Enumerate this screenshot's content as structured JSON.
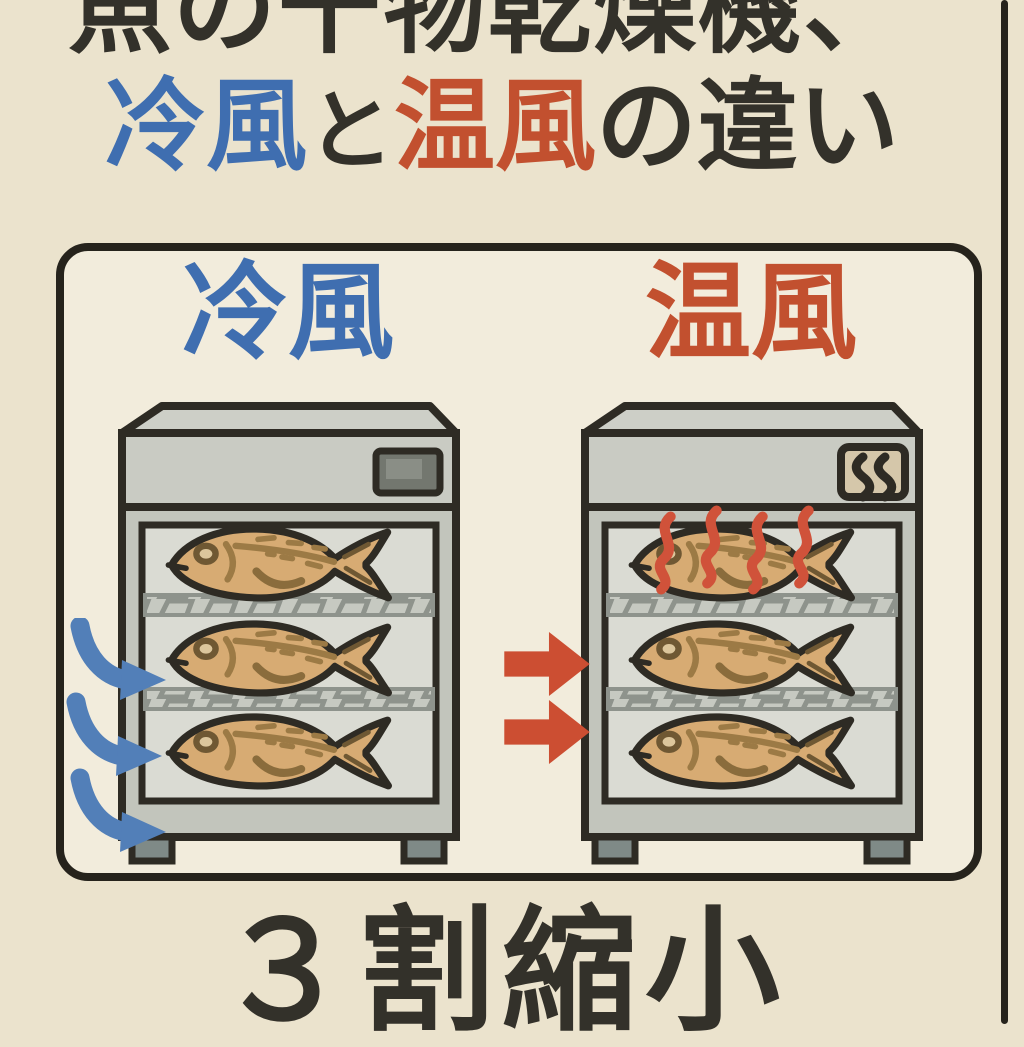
{
  "title": {
    "line1": "魚の干物乾燥機、",
    "line2": [
      {
        "text": "冷風",
        "color": "#3f6eb0"
      },
      {
        "text": "と",
        "color": "#33312a"
      },
      {
        "text": "温風",
        "color": "#c2502f"
      },
      {
        "text": "の違い",
        "color": "#33312a"
      }
    ]
  },
  "panel": {
    "left_section": {
      "label": "冷風",
      "label_color": "#3f6eb0",
      "machine": "fish-dryer-cabinet",
      "fish_count": 3,
      "shelf_count": 2,
      "wind_arrow_count": 3,
      "wind_arrow_color": "#527fb8",
      "icons": [
        "display-icon",
        "cold-wind-arrow-icon",
        "dried-fish-icon",
        "shelf-rack-icon"
      ]
    },
    "right_section": {
      "label": "温風",
      "label_color": "#c2502f",
      "machine": "fish-dryer-cabinet",
      "fish_count": 3,
      "shelf_count": 2,
      "wind_arrow_count": 2,
      "wind_arrow_color": "#cc4e32",
      "heat_squiggle_count": 4,
      "icons": [
        "steam-icon",
        "warm-wind-arrow-icon",
        "dried-fish-icon",
        "heat-wave-icon",
        "shelf-rack-icon"
      ]
    }
  },
  "footer": {
    "text": "３割縮小"
  },
  "colors": {
    "background": "#ebe3cd",
    "panel_background": "#f2ecdc",
    "outline_black": "#2e2b24",
    "text_black": "#33312a",
    "cold_blue": "#3f6eb0",
    "warm_red": "#c2502f",
    "machine_grey": "#c9cbc3",
    "glass_grey": "#dadbd3",
    "shelf_grey": "#8e938c",
    "fish_tan": "#d7ab73",
    "fish_detail_brown": "#9c7a45"
  }
}
